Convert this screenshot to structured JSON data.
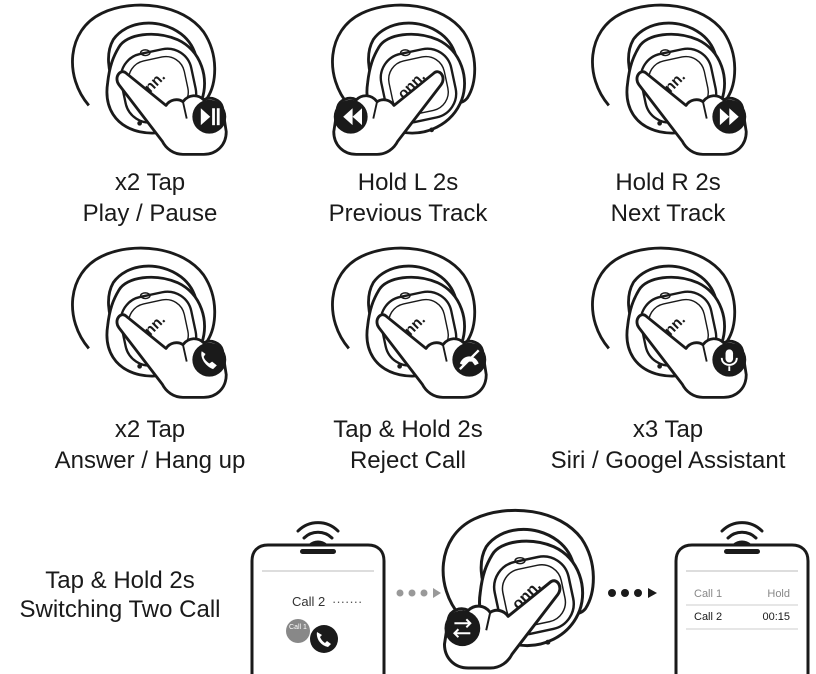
{
  "brand_mark": "onn.",
  "colors": {
    "ink": "#1a1a1a",
    "paper": "#ffffff",
    "muted": "#888888"
  },
  "gestures": [
    {
      "line1": "x2 Tap",
      "line2": "Play / Pause",
      "icon": "play-pause-icon"
    },
    {
      "line1": "Hold L 2s",
      "line2": "Previous Track",
      "icon": "rewind-icon"
    },
    {
      "line1": "Hold R 2s",
      "line2": "Next Track",
      "icon": "fast-forward-icon"
    },
    {
      "line1": "x2 Tap",
      "line2": "Answer / Hang up",
      "icon": "phone-icon"
    },
    {
      "line1": "Tap & Hold 2s",
      "line2": "Reject Call",
      "icon": "reject-call-icon"
    },
    {
      "line1": "x3 Tap",
      "line2": "Siri / Googel Assistant",
      "icon": "microphone-icon"
    }
  ],
  "switch_call": {
    "line1": "Tap & Hold 2s",
    "line2": "Switching Two Call",
    "icon": "swap-call-icon",
    "phone_left": {
      "label": "Call 2",
      "dots": "·······",
      "badge": "Call 1"
    },
    "phone_right": {
      "rows": [
        {
          "name": "Call 1",
          "status": "Hold"
        },
        {
          "name": "Call 2",
          "status": "00:15"
        }
      ]
    }
  }
}
